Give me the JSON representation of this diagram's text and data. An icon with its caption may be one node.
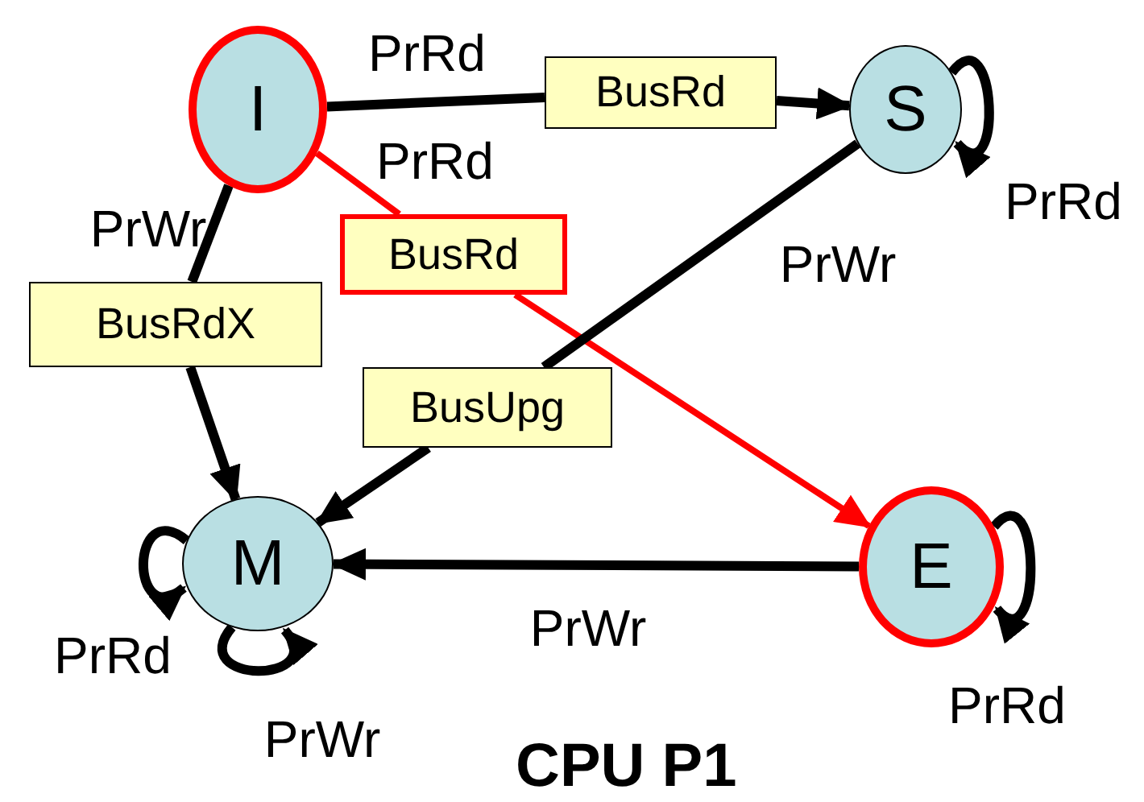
{
  "diagram": {
    "caption": "CPU P1",
    "nodes": [
      {
        "text": [
          "I"
        ]
      },
      {
        "text": [
          "S"
        ]
      },
      {
        "text": [
          "M"
        ]
      },
      {
        "text": [
          "E"
        ]
      },
      {
        "text": [
          "BusRd"
        ]
      },
      {
        "text": [
          "BusRd"
        ]
      },
      {
        "text": [
          "BusRdX"
        ]
      },
      {
        "text": [
          "BusUpg"
        ]
      }
    ],
    "edges": [
      {
        "from": 0,
        "to": 4,
        "arrow": "none",
        "label": "PrRd"
      },
      {
        "from": 4,
        "to": 1,
        "arrow": "to"
      },
      {
        "from": 0,
        "to": 5,
        "arrow": "none",
        "label": "PrRd",
        "color": "#ff0000"
      },
      {
        "from": 5,
        "to": 3,
        "arrow": "to",
        "color": "#ff0000"
      },
      {
        "from": 0,
        "to": 6,
        "arrow": "none",
        "label": "PrWr"
      },
      {
        "from": 6,
        "to": 2,
        "arrow": "to"
      },
      {
        "from": 1,
        "to": 7,
        "arrow": "none",
        "label": "PrWr"
      },
      {
        "from": 7,
        "to": 2,
        "arrow": "to"
      },
      {
        "from": 3,
        "to": 2,
        "arrow": "to",
        "label": "PrWr"
      },
      {
        "from": 1,
        "to": 1,
        "arrow": "to",
        "label": "PrRd"
      },
      {
        "from": 2,
        "to": 2,
        "arrow": "to",
        "label": "PrRd"
      },
      {
        "from": 2,
        "to": 2,
        "arrow": "to",
        "label": "PrWr"
      },
      {
        "from": 3,
        "to": 3,
        "arrow": "to",
        "label": "PrRd"
      }
    ]
  }
}
